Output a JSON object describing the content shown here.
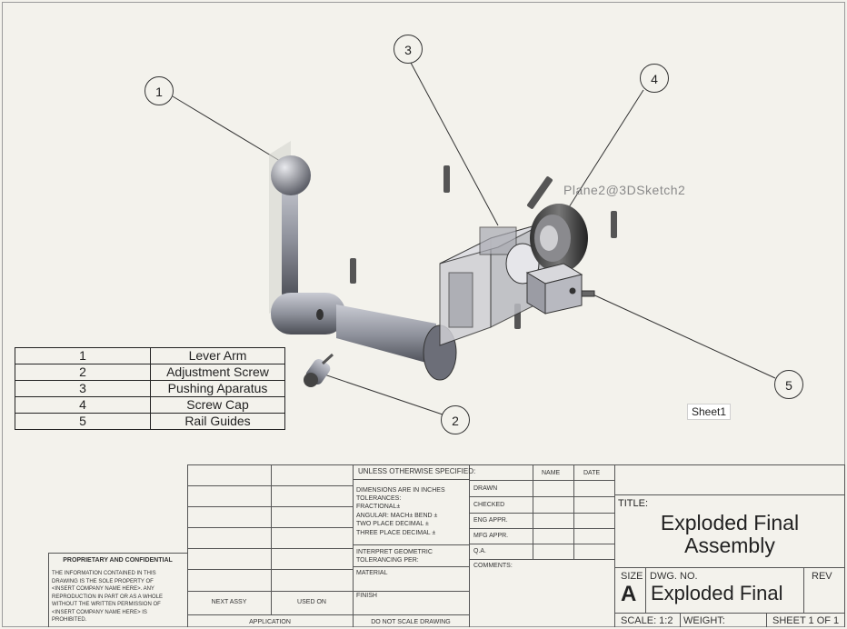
{
  "sketch_label": "Plane2@3DSketch2",
  "sheet_tab": "Sheet1",
  "balloons": [
    "1",
    "2",
    "3",
    "4",
    "5"
  ],
  "bom": [
    {
      "item": "1",
      "name": "Lever Arm"
    },
    {
      "item": "2",
      "name": "Adjustment Screw"
    },
    {
      "item": "3",
      "name": "Pushing Aparatus"
    },
    {
      "item": "4",
      "name": "Screw Cap"
    },
    {
      "item": "5",
      "name": "Rail Guides"
    }
  ],
  "title_block": {
    "unless": "UNLESS OTHERWISE SPECIFIED:",
    "name_col": "NAME",
    "date_col": "DATE",
    "dims": "DIMENSIONS ARE IN INCHES",
    "tolerances": "TOLERANCES:",
    "fractional": "FRACTIONAL±",
    "angular": "ANGULAR: MACH±    BEND ±",
    "two_place": "TWO PLACE DECIMAL    ±",
    "three_place": "THREE PLACE DECIMAL   ±",
    "interpret": "INTERPRET GEOMETRIC",
    "tolerancing": "TOLERANCING PER:",
    "material": "MATERIAL",
    "finish": "FINISH",
    "drawn": "DRAWN",
    "checked": "CHECKED",
    "eng_appr": "ENG APPR.",
    "mfg_appr": "MFG APPR.",
    "qa": "Q.A.",
    "comments": "COMMENTS:",
    "title_label": "TITLE:",
    "title_line1": "Exploded Final",
    "title_line2": "Assembly",
    "size_label": "SIZE",
    "size_value": "A",
    "dwg_label": "DWG.  NO.",
    "dwg_value": "Exploded Final",
    "rev_label": "REV",
    "scale": "SCALE: 1:2",
    "weight": "WEIGHT:",
    "sheet": "SHEET 1 OF 1",
    "next_assy": "NEXT ASSY",
    "used_on": "USED ON",
    "application": "APPLICATION",
    "do_not_scale": "DO NOT SCALE DRAWING",
    "prop_title": "PROPRIETARY AND CONFIDENTIAL",
    "prop_lines": [
      "THE INFORMATION CONTAINED IN THIS",
      "DRAWING IS THE SOLE PROPERTY OF",
      "<INSERT COMPANY NAME HERE>.  ANY",
      "REPRODUCTION IN PART OR AS A WHOLE",
      "WITHOUT THE WRITTEN PERMISSION OF",
      "<INSERT COMPANY NAME HERE> IS",
      "PROHIBITED."
    ]
  }
}
